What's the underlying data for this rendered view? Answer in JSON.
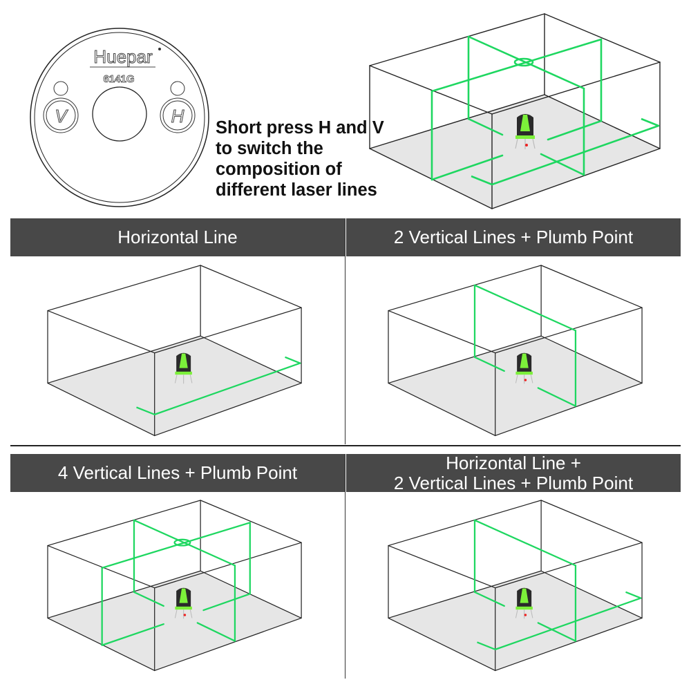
{
  "device": {
    "brand": "Huepar",
    "model": "6141G",
    "buttons": [
      {
        "label": "V"
      },
      {
        "label": "H"
      }
    ]
  },
  "instruction": {
    "lines": [
      "Short press H and V",
      "to switch the",
      "composition of",
      "different laser lines"
    ]
  },
  "modes": [
    {
      "title_lines": [
        "Horizontal Line"
      ],
      "horizontal": true,
      "verticals": 0,
      "plumb_point": false
    },
    {
      "title_lines": [
        "2 Vertical Lines + Plumb Point"
      ],
      "horizontal": false,
      "verticals": 2,
      "plumb_point": true
    },
    {
      "title_lines": [
        "4 Vertical Lines + Plumb Point"
      ],
      "horizontal": false,
      "verticals": 4,
      "plumb_point": true
    },
    {
      "title_lines": [
        "Horizontal Line +",
        "2 Vertical Lines + Plumb Point"
      ],
      "horizontal": true,
      "verticals": 2,
      "plumb_point": true
    }
  ],
  "hero": {
    "horizontal": true,
    "verticals": 4,
    "plumb_point": true
  },
  "colors": {
    "laser": "#1ed760",
    "header_bg": "#484848",
    "floor": "#e6e6e6"
  }
}
